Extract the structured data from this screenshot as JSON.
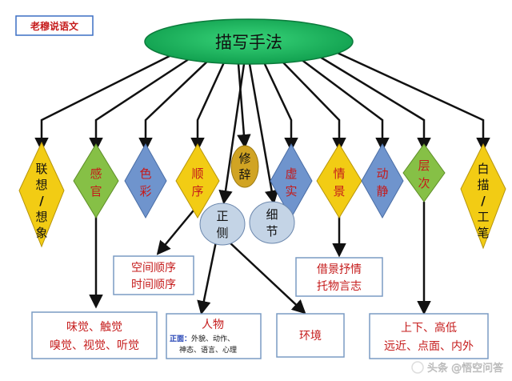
{
  "tag": "老穆说语文",
  "root": "描写手法",
  "methods": {
    "lianxiang": [
      "联",
      "想",
      "/",
      "想",
      "象"
    ],
    "ganguan": [
      "感",
      "官"
    ],
    "secai": [
      "色",
      "彩"
    ],
    "shunxu": [
      "顺",
      "序"
    ],
    "xiuci": [
      "修",
      "辞"
    ],
    "xushi": [
      "虚",
      "实"
    ],
    "qingjing": [
      "情",
      "景"
    ],
    "dongjing": [
      "动",
      "静"
    ],
    "cengci": [
      "层",
      "次"
    ],
    "baimiao": [
      "白",
      "描",
      "/",
      "工",
      "笔"
    ],
    "zhengce": [
      "正",
      "侧"
    ],
    "xijie": [
      "细",
      "节"
    ]
  },
  "details": {
    "order": [
      "空间顺序",
      "时间顺序"
    ],
    "scene": [
      "借景抒情",
      "托物言志"
    ],
    "senses": [
      "味觉、触觉",
      "嗅觉、视觉、听觉"
    ],
    "person": {
      "title": "人物",
      "prefix": "正面：",
      "line1": "外貌、动作、",
      "line2": "神态、语言、心理"
    },
    "environment": "环境",
    "levels": [
      "上下、高低",
      "远近、点面、内外"
    ]
  },
  "watermark": "头条 @悟空问答",
  "colors": {
    "root_fill": "#0e9c4c",
    "yellow": "#f2cc14",
    "green": "#86c046",
    "blue": "#6f94cd",
    "gold": "#d1a423",
    "gray_blue": "#c4d4e6",
    "red_text": "#c51b1b",
    "box_border": "#7a9bc4"
  }
}
